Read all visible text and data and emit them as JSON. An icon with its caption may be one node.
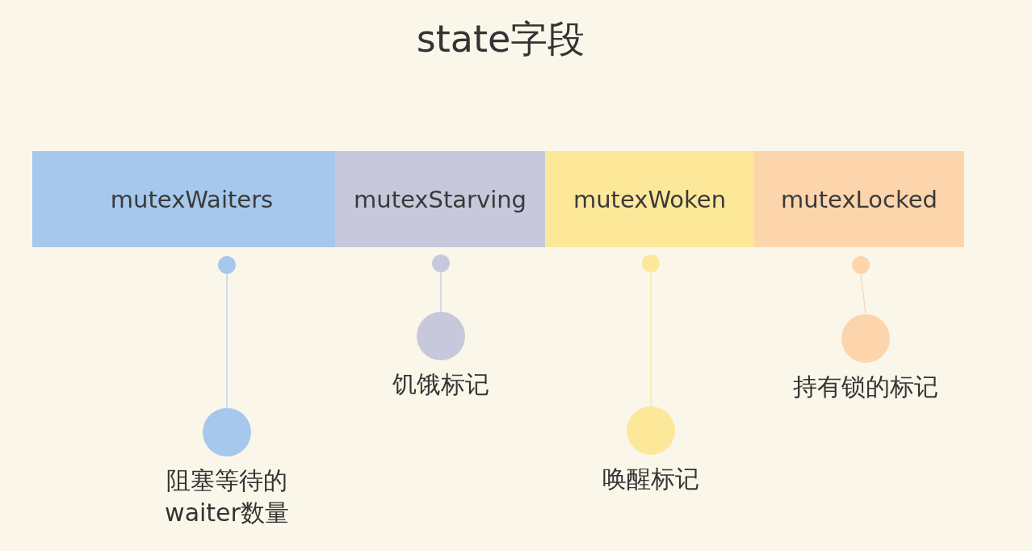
{
  "diagram": {
    "title": "state字段",
    "nodes": [
      {
        "text": [
          "mutexWaiters"
        ]
      },
      {
        "text": [
          "mutexStarving"
        ]
      },
      {
        "text": [
          "mutexWoken"
        ]
      },
      {
        "text": [
          "mutexLocked"
        ]
      },
      {
        "text": [],
        "shape": "circle"
      },
      {
        "text": [],
        "shape": "circle"
      },
      {
        "text": [],
        "shape": "circle"
      },
      {
        "text": [],
        "shape": "circle"
      },
      {
        "text": [
          "阻塞等待的waiter数量"
        ]
      },
      {
        "text": [
          "饥饿标记"
        ]
      },
      {
        "text": [
          "唤醒标记"
        ]
      },
      {
        "text": [
          "持有锁的标记"
        ]
      }
    ],
    "edges": [
      {
        "from": 4,
        "to": 8,
        "arrow": "none",
        "color": "#bcd5ee"
      },
      {
        "from": 5,
        "to": 9,
        "arrow": "none",
        "color": "#cfcfe0"
      },
      {
        "from": 6,
        "to": 10,
        "arrow": "none",
        "color": "#fbe6a6"
      },
      {
        "from": 7,
        "to": 11,
        "arrow": "none",
        "color": "#fbd9b8"
      }
    ]
  }
}
